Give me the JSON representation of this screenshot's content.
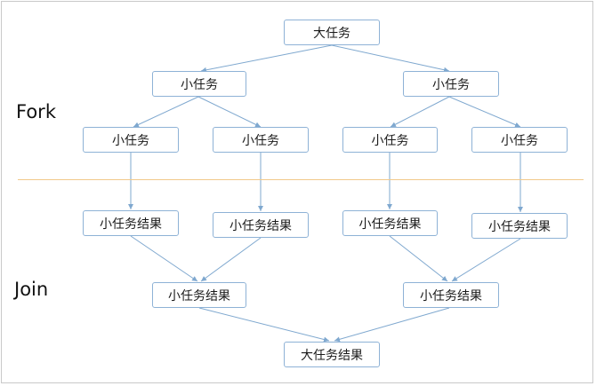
{
  "phases": {
    "fork": "Fork",
    "join": "Join"
  },
  "nodes": {
    "big_task": "大任务",
    "sub_left": "小任务",
    "sub_right": "小任务",
    "leaf_1": "小任务",
    "leaf_2": "小任务",
    "leaf_3": "小任务",
    "leaf_4": "小任务",
    "leaf_result_1": "小任务结果",
    "leaf_result_2": "小任务结果",
    "leaf_result_3": "小任务结果",
    "leaf_result_4": "小任务结果",
    "sub_result_left": "小任务结果",
    "sub_result_right": "小任务结果",
    "big_result": "大任务结果"
  },
  "colors": {
    "box_border": "#8eb2d6",
    "arrow": "#7fa8cf",
    "divider": "#f2c98a"
  }
}
